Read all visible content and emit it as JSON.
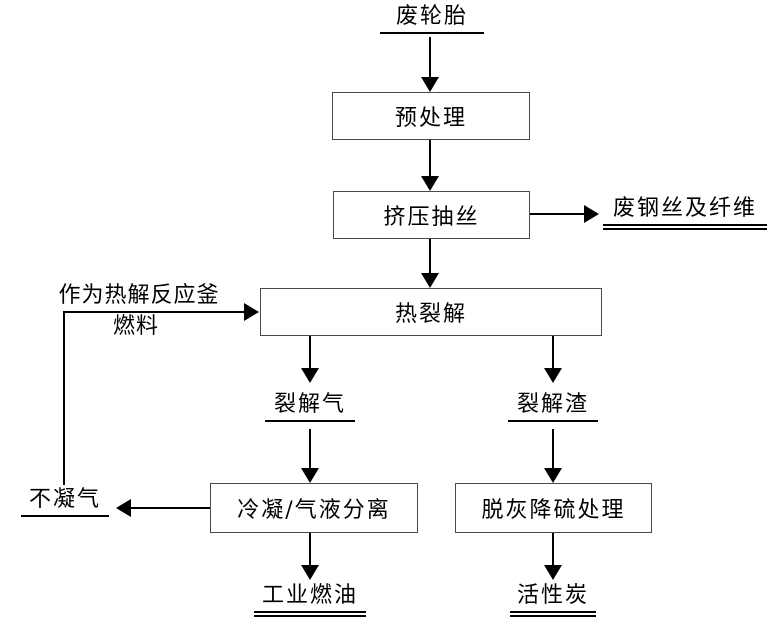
{
  "diagram": {
    "background": "#ffffff",
    "line_color": "#000000",
    "box_border_color": "#4a4a4a",
    "text_color": "#000000",
    "nodes": {
      "waste_tire": "废轮胎",
      "pretreatment": "预处理",
      "extrusion_drawing": "挤压抽丝",
      "waste_steel_fiber": "废钢丝及纤维",
      "pyrolysis": "热裂解",
      "fuel_note_line1": "作为热解反应釜",
      "fuel_note_line2": "燃料",
      "pyrolysis_gas": "裂解气",
      "pyrolysis_residue": "裂解渣",
      "non_condensable_gas": "不凝气",
      "condensation_separation": "冷凝/气液分离",
      "deash_desulfurization": "脱灰降硫处理",
      "industrial_fuel_oil": "工业燃油",
      "activated_carbon": "活性炭"
    },
    "edges": [
      {
        "from": "废轮胎",
        "to": "预处理"
      },
      {
        "from": "预处理",
        "to": "挤压抽丝"
      },
      {
        "from": "挤压抽丝",
        "to": "废钢丝及纤维"
      },
      {
        "from": "挤压抽丝",
        "to": "热裂解"
      },
      {
        "from": "热裂解",
        "to": "裂解气"
      },
      {
        "from": "热裂解",
        "to": "裂解渣"
      },
      {
        "from": "裂解气",
        "to": "冷凝/气液分离"
      },
      {
        "from": "冷凝/气液分离",
        "to": "不凝气"
      },
      {
        "from": "冷凝/气液分离",
        "to": "工业燃油"
      },
      {
        "from": "裂解渣",
        "to": "脱灰降硫处理"
      },
      {
        "from": "脱灰降硫处理",
        "to": "活性炭"
      },
      {
        "from": "不凝气",
        "to": "热裂解",
        "label": "作为热解反应釜燃料"
      }
    ]
  }
}
